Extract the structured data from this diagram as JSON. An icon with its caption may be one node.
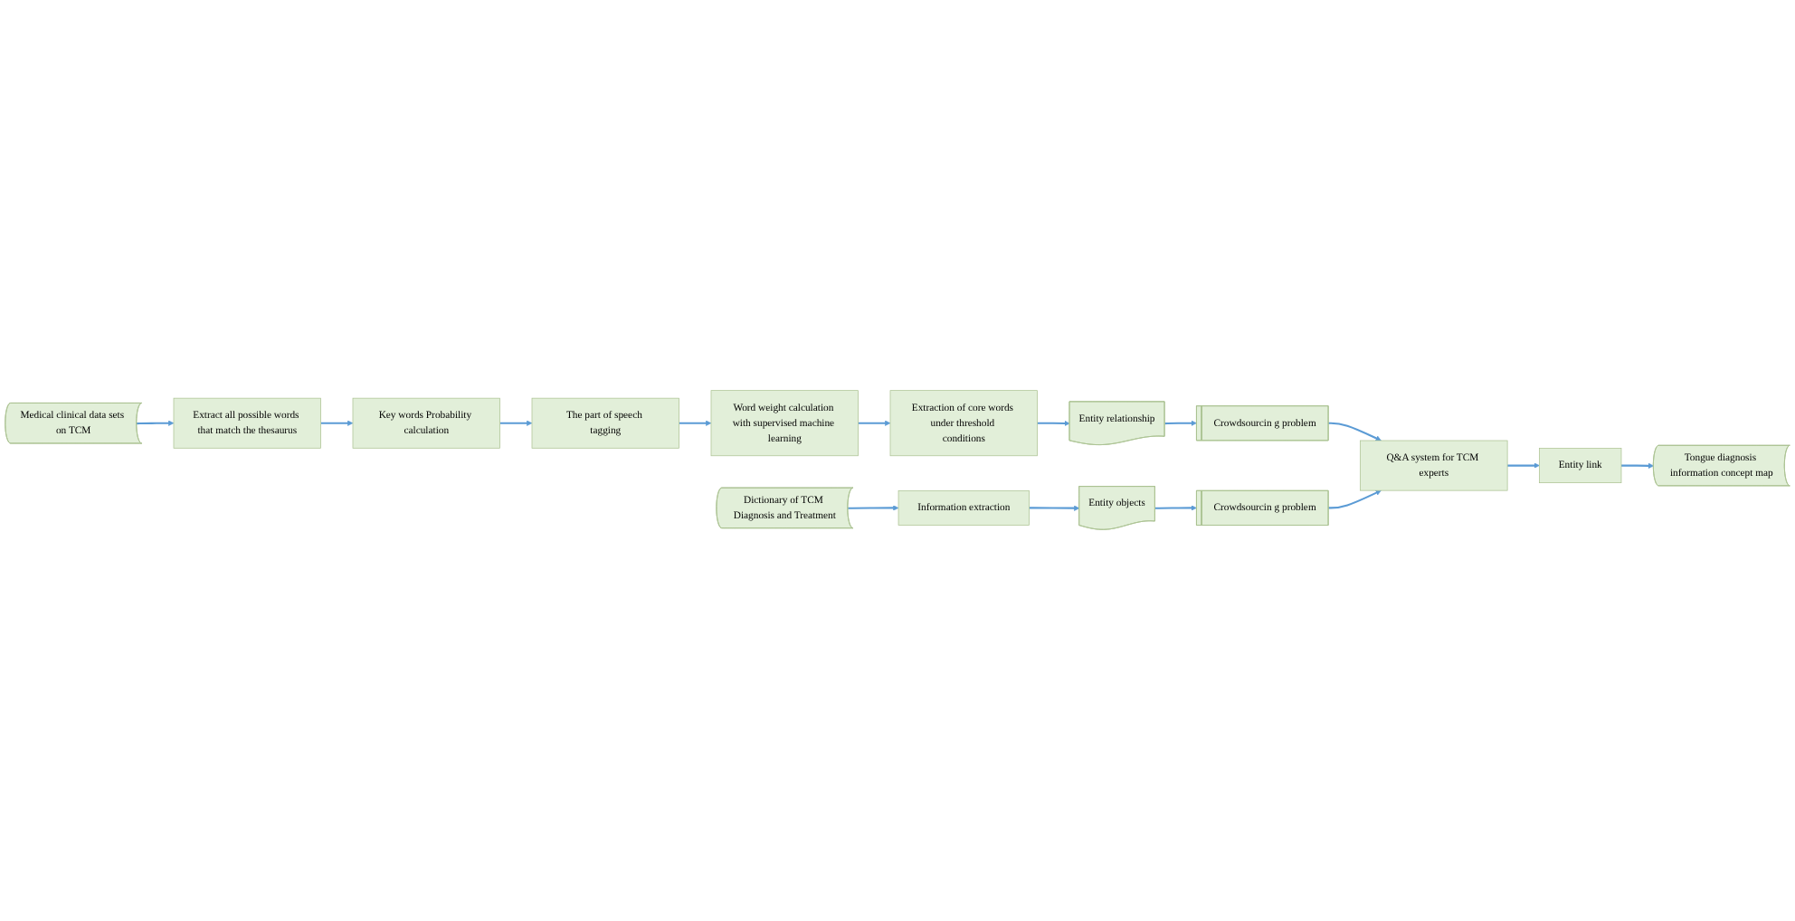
{
  "diagram": {
    "nodes": [
      {
        "text": [
          "Extract all possible words that match the thesaurus"
        ]
      },
      {
        "text": [
          "Key words Probability calculation"
        ]
      },
      {
        "text": [
          "The part of speech tagging"
        ]
      },
      {
        "text": [
          "Word weight calculation with supervised machine learning"
        ]
      },
      {
        "text": [
          "Medical clinical data sets on TCM"
        ]
      },
      {
        "text": [
          "Entity relationship"
        ]
      },
      {
        "text": [
          "Extraction of core words under threshold conditions"
        ]
      },
      {
        "text": [
          "Crowdsourcin g problem"
        ]
      },
      {
        "text": [
          "Information extraction"
        ]
      },
      {
        "text": [
          "Entity objects"
        ]
      },
      {
        "text": [
          "Crowdsourcin g problem"
        ]
      },
      {
        "text": [
          "Q&A system for TCM experts"
        ]
      },
      {
        "text": [
          "Entity link"
        ]
      },
      {
        "text": [
          "Dictionary of TCM Diagnosis and Treatment"
        ]
      },
      {
        "text": [
          "Tongue diagnosis information concept map"
        ]
      }
    ],
    "edges": [
      {
        "from": 4,
        "to": 0,
        "arrow": "to"
      },
      {
        "from": 0,
        "to": 1,
        "arrow": "to"
      },
      {
        "from": 1,
        "to": 2,
        "arrow": "to"
      },
      {
        "from": 2,
        "to": 3,
        "arrow": "to"
      },
      {
        "from": 3,
        "to": 6,
        "arrow": "to"
      },
      {
        "from": 6,
        "to": 5,
        "arrow": "to"
      },
      {
        "from": 5,
        "to": 7,
        "arrow": "to"
      },
      {
        "from": 7,
        "to": 11,
        "arrow": "to"
      },
      {
        "from": 13,
        "to": 8,
        "arrow": "to"
      },
      {
        "from": 8,
        "to": 9,
        "arrow": "to"
      },
      {
        "from": 9,
        "to": 10,
        "arrow": "to"
      },
      {
        "from": 10,
        "to": 11,
        "arrow": "to"
      },
      {
        "from": 11,
        "to": 12,
        "arrow": "to"
      },
      {
        "from": 12,
        "to": 14,
        "arrow": "to"
      }
    ]
  }
}
